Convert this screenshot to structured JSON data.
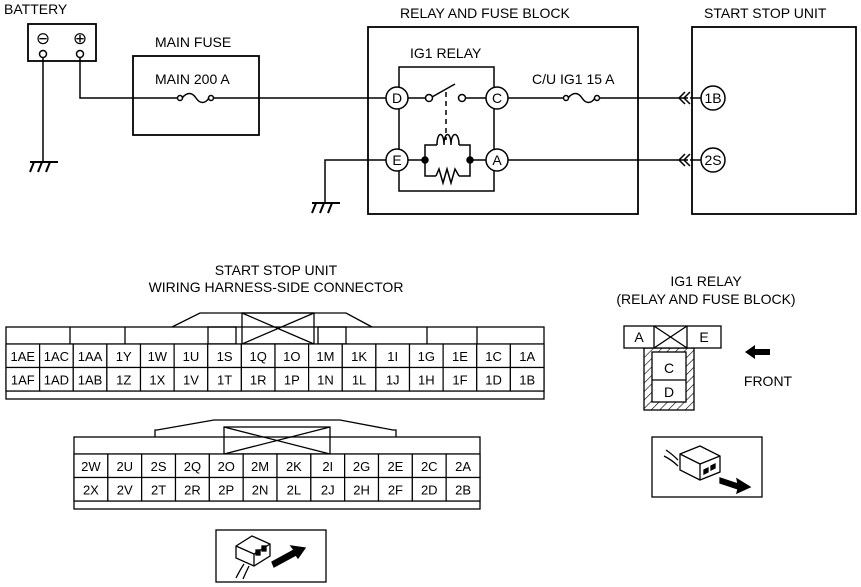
{
  "labels": {
    "battery": "BATTERY",
    "main_fuse": "MAIN FUSE",
    "main_fuse_rating": "MAIN 200 A",
    "relay_fuse_block": "RELAY AND FUSE BLOCK",
    "ig1_relay": "IG1 RELAY",
    "cu_fuse": "C/U IG1 15 A",
    "start_stop_unit": "START STOP UNIT",
    "minus_symbol": "⊖",
    "plus_symbol": "⊕"
  },
  "pins": {
    "d": "D",
    "c": "C",
    "e": "E",
    "a": "A",
    "p1b": "1B",
    "p2s": "2S"
  },
  "connector1": {
    "title_line1": "START STOP UNIT",
    "title_line2": "WIRING HARNESS-SIDE CONNECTOR",
    "row1": [
      "1AE",
      "1AC",
      "1AA",
      "1Y",
      "1W",
      "1U",
      "1S",
      "1Q",
      "1O",
      "1M",
      "1K",
      "1I",
      "1G",
      "1E",
      "1C",
      "1A"
    ],
    "row2": [
      "1AF",
      "1AD",
      "1AB",
      "1Z",
      "1X",
      "1V",
      "1T",
      "1R",
      "1P",
      "1N",
      "1L",
      "1J",
      "1H",
      "1F",
      "1D",
      "1B"
    ]
  },
  "connector2": {
    "row1": [
      "2W",
      "2U",
      "2S",
      "2Q",
      "2O",
      "2M",
      "2K",
      "2I",
      "2G",
      "2E",
      "2C",
      "2A"
    ],
    "row2": [
      "2X",
      "2V",
      "2T",
      "2R",
      "2P",
      "2N",
      "2L",
      "2J",
      "2H",
      "2F",
      "2D",
      "2B"
    ]
  },
  "relay_connector": {
    "title_line1": "IG1 RELAY",
    "title_line2": "(RELAY AND FUSE BLOCK)",
    "a": "A",
    "e": "E",
    "c": "C",
    "d": "D",
    "front": "FRONT"
  }
}
